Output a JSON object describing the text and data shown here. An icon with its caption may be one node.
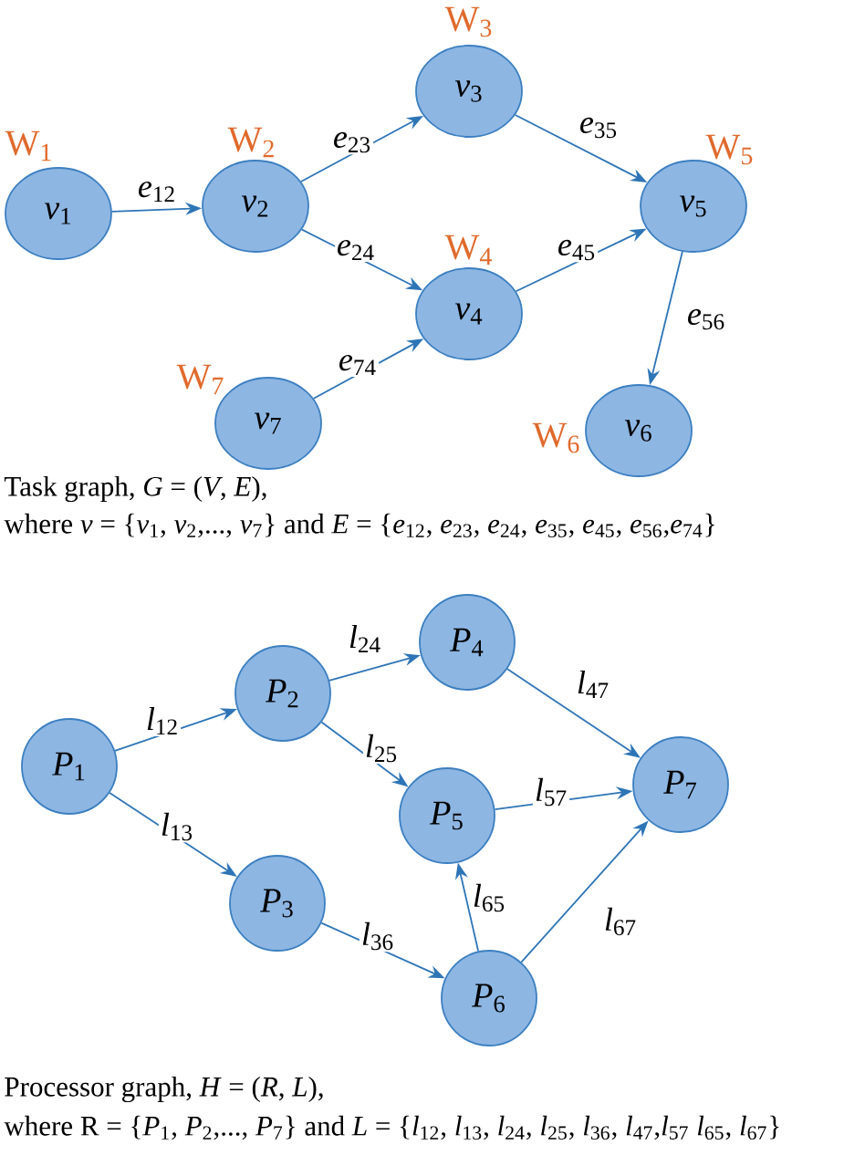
{
  "diagram": {
    "nodes": [
      {
        "text": [
          "*v*$_{1}$"
        ],
        "beside": [
          "W$_{1}$"
        ]
      },
      {
        "text": [
          "*v*$_{2}$"
        ],
        "beside": [
          "W$_{2}$"
        ]
      },
      {
        "text": [
          "*v*$_{3}$"
        ],
        "beside": [
          "W$_{3}$"
        ]
      },
      {
        "text": [
          "*v*$_{4}$"
        ],
        "beside": [
          "W$_{4}$"
        ]
      },
      {
        "text": [
          "*v*$_{5}$"
        ],
        "beside": [
          "W$_{5}$"
        ]
      },
      {
        "text": [
          "*v*$_{6}$"
        ],
        "beside": [
          "W$_{6}$"
        ]
      },
      {
        "text": [
          "*v*$_{7}$"
        ],
        "beside": [
          "W$_{7}$"
        ]
      },
      {
        "text": [
          "*P*$_{1}$"
        ]
      },
      {
        "text": [
          "*P*$_{2}$"
        ]
      },
      {
        "text": [
          "*P*$_{3}$"
        ]
      },
      {
        "text": [
          "*P*$_{4}$"
        ]
      },
      {
        "text": [
          "*P*$_{5}$"
        ]
      },
      {
        "text": [
          "*P*$_{6}$"
        ]
      },
      {
        "text": [
          "*P*$_{7}$"
        ]
      }
    ],
    "edges": [
      {
        "from": 0,
        "to": 1,
        "arrow": "to",
        "label": "*e*$_{12}$"
      },
      {
        "from": 1,
        "to": 2,
        "arrow": "to",
        "label": "*e*$_{23}$"
      },
      {
        "from": 1,
        "to": 3,
        "arrow": "to",
        "label": "*e*$_{24}$"
      },
      {
        "from": 2,
        "to": 4,
        "arrow": "to",
        "label": "*e*$_{35}$"
      },
      {
        "from": 3,
        "to": 4,
        "arrow": "to",
        "label": "*e*$_{45}$"
      },
      {
        "from": 4,
        "to": 5,
        "arrow": "to",
        "label": "*e*$_{56}$"
      },
      {
        "from": 6,
        "to": 3,
        "arrow": "to",
        "label": "*e*$_{74}$"
      },
      {
        "from": 7,
        "to": 8,
        "arrow": "to",
        "label": "*l*$_{12}$"
      },
      {
        "from": 7,
        "to": 9,
        "arrow": "to",
        "label": "*l*$_{13}$"
      },
      {
        "from": 8,
        "to": 10,
        "arrow": "to",
        "label": "*l*$_{24}$"
      },
      {
        "from": 8,
        "to": 11,
        "arrow": "to",
        "label": "*l*$_{25}$"
      },
      {
        "from": 9,
        "to": 12,
        "arrow": "to",
        "label": "*l*$_{36}$"
      },
      {
        "from": 10,
        "to": 13,
        "arrow": "to",
        "label": "*l*$_{47}$"
      },
      {
        "from": 11,
        "to": 13,
        "arrow": "to",
        "label": "*l*$_{57}$"
      },
      {
        "from": 12,
        "to": 11,
        "arrow": "to",
        "label": "*l*$_{65}$"
      },
      {
        "from": 12,
        "to": 13,
        "arrow": "to",
        "label": "*l*$_{67}$"
      }
    ],
    "labels": [
      "Task graph, *G* = (*V*, *E*),",
      "where *v* = {*v*$_{1}$, *v*$_{2}$,..., *v*$_{7}$} and *E* = {*e*$_{12}$, *e*$_{23}$, *e*$_{24}$, *e*$_{35}$, *e*$_{45}$, *e*$_{56}$,*e*$_{74}$}",
      "Processor graph, *H* = (*R*, *L*),",
      "where R = {*P*$_{1}$, *P*$_{2}$,..., *P*$_{7}$} and *L* = {*l*$_{12}$, *l*$_{13}$, *l*$_{24}$, *l*$_{25}$, *l*$_{36}$, *l*$_{47}$,*l*$_{57}$ *l*$_{65}$, *l*$_{67}$}"
    ]
  }
}
